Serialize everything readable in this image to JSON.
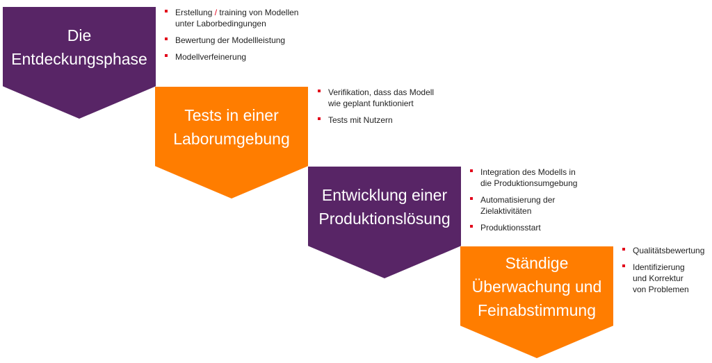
{
  "colors": {
    "purple": "#582566",
    "orange": "#ff7d00",
    "bullet_red": "#e2001a",
    "text": "#222222"
  },
  "phases": [
    {
      "title_lines": [
        "Die",
        "Entdeckungsphase"
      ],
      "color": "purple",
      "bullets": [
        {
          "lines": [
            "Erstellung",
            "/",
            "training von Modellen",
            "unter Laborbedingungen"
          ]
        },
        {
          "lines": [
            "Bewertung der Modellleistung"
          ]
        },
        {
          "lines": [
            "Modellverfeinerung"
          ]
        }
      ]
    },
    {
      "title_lines": [
        "Tests in einer",
        "Laborumgebung"
      ],
      "color": "orange",
      "bullets": [
        {
          "lines": [
            "Verifikation, dass das Modell",
            "wie geplant funktioniert"
          ]
        },
        {
          "lines": [
            "Tests mit Nutzern"
          ]
        }
      ]
    },
    {
      "title_lines": [
        "Entwicklung einer",
        "Produktionslösung"
      ],
      "color": "purple",
      "bullets": [
        {
          "lines": [
            "Integration des Modells in",
            "die Produktionsumgebung"
          ]
        },
        {
          "lines": [
            "Automatisierung der",
            "Zielaktivitäten"
          ]
        },
        {
          "lines": [
            "Produktionsstart"
          ]
        }
      ]
    },
    {
      "title_lines": [
        "Ständige",
        "Überwachung und",
        "Feinabstimmung"
      ],
      "color": "orange",
      "bullets": [
        {
          "lines": [
            "Qualitätsbewertung"
          ]
        },
        {
          "lines": [
            "Identifizierung",
            "und Korrektur",
            "von Problemen"
          ]
        }
      ]
    }
  ]
}
